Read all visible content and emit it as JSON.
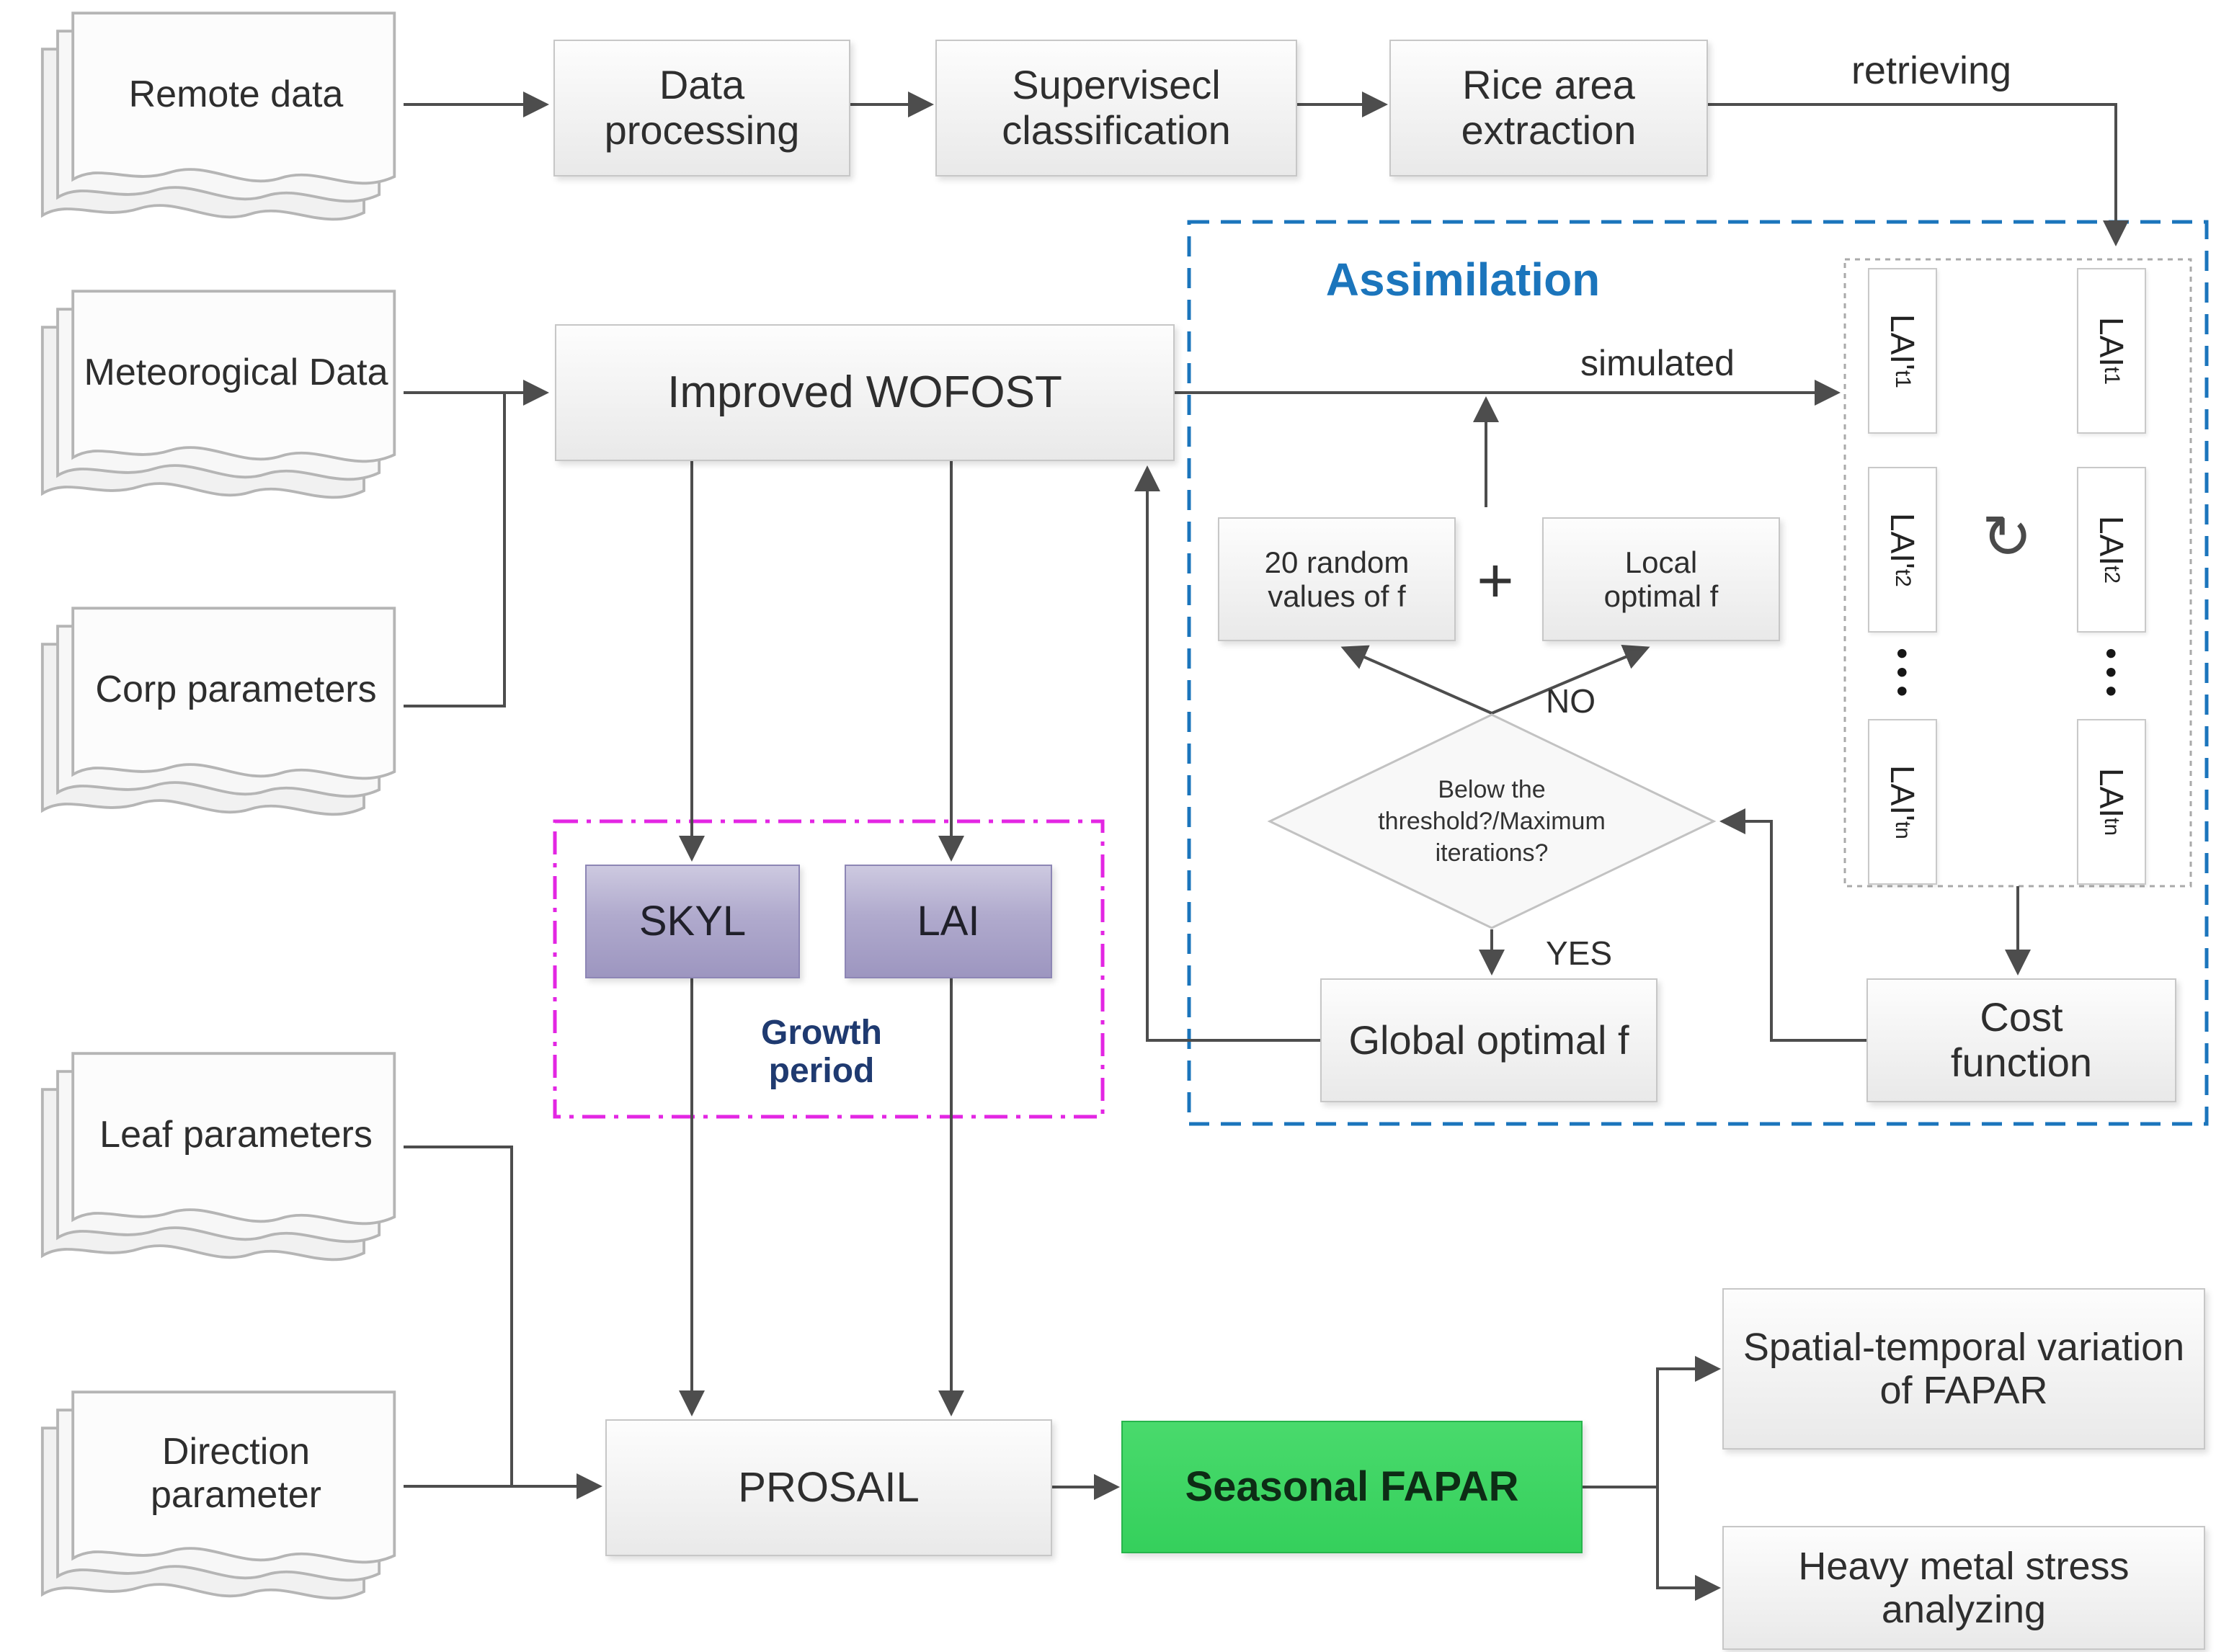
{
  "docs": [
    {
      "label": "Remote data"
    },
    {
      "label": "Meteorogical Data"
    },
    {
      "label": "Corp parameters"
    },
    {
      "label": "Leaf parameters"
    },
    {
      "label": "Direction parameter"
    }
  ],
  "top_row": {
    "data_processing": "Data processing",
    "supervised_classification": "Supervisecl classification",
    "rice_area_extraction": "Rice area extraction",
    "retrieving_label": "retrieving"
  },
  "wofost": {
    "label": "Improved WOFOST"
  },
  "growth": {
    "skyl": "SKYL",
    "lai": "LAI",
    "caption": "Growth period"
  },
  "prosail": {
    "label": "PROSAIL"
  },
  "fapar": {
    "seasonal": "Seasonal FAPAR",
    "spatial_temporal": "Spatial-temporal variation of FAPAR",
    "heavy_metal": "Heavy metal stress analyzing"
  },
  "assimilation": {
    "title": "Assimilation",
    "simulated_label": "simulated",
    "random_values": "20 random values of f",
    "plus": "+",
    "local_optimal": "Local optimal f",
    "no_label": "NO",
    "yes_label": "YES",
    "decision": "Below the threshold?/Maximum iterations?",
    "global_optimal": "Global optimal f",
    "cost_function": "Cost function",
    "sync_icon": "↻",
    "dots": "•••",
    "lai_pairs": {
      "sim": [
        {
          "main": "LAI'",
          "sub": "t1"
        },
        {
          "main": "LAI'",
          "sub": "t2"
        },
        {
          "main": "LAI'",
          "sub": "tn"
        }
      ],
      "obs": [
        {
          "main": "LAI",
          "sub": "t1"
        },
        {
          "main": "LAI",
          "sub": "t2"
        },
        {
          "main": "LAI",
          "sub": "tn"
        }
      ]
    }
  },
  "colors": {
    "accent_blue": "#1b75bc",
    "magenta": "#e326e3",
    "green": "#35d05c",
    "lavender": "#aca6cb",
    "navy": "#1f3a70",
    "arrow": "#4d4d4d"
  }
}
